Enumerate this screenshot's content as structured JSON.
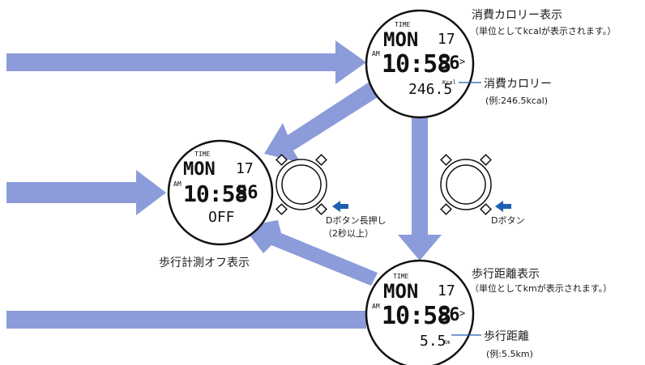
{
  "colors": {
    "arrow": "#8c9bd9",
    "button_arrow": "#1f5fb0",
    "stroke": "#111111"
  },
  "watches": {
    "top": {
      "time_label": "TIME",
      "day": "MON",
      "date": "17",
      "ampm": "AM",
      "time": "10:58",
      "seconds": "56",
      "indicator": ">",
      "value": "246.5",
      "unit": "Kcal"
    },
    "left": {
      "time_label": "TIME",
      "day": "MON",
      "date": "17",
      "ampm": "AM",
      "time": "10:58",
      "seconds": "56",
      "value": "OFF"
    },
    "bottom": {
      "time_label": "TIME",
      "day": "MON",
      "date": "17",
      "ampm": "AM",
      "time": "10:58",
      "seconds": "56",
      "indicator": ">",
      "value": "5.5",
      "unit": "Km"
    }
  },
  "labels": {
    "calorie_title": "消費カロリー表示",
    "calorie_sub": "（単位としてkcalが表示されます。）",
    "calorie_name": "消費カロリー",
    "calorie_example": "(例:246.5kcal)",
    "off_title": "歩行計測オフ表示",
    "button_long_1": "Dボタン長押し",
    "button_long_2": "（2秒以上）",
    "button_short": "Dボタン",
    "distance_title": "歩行距離表示",
    "distance_sub": "（単位としてkmが表示されます。）",
    "distance_name": "歩行距離",
    "distance_example": "(例:5.5km)"
  }
}
